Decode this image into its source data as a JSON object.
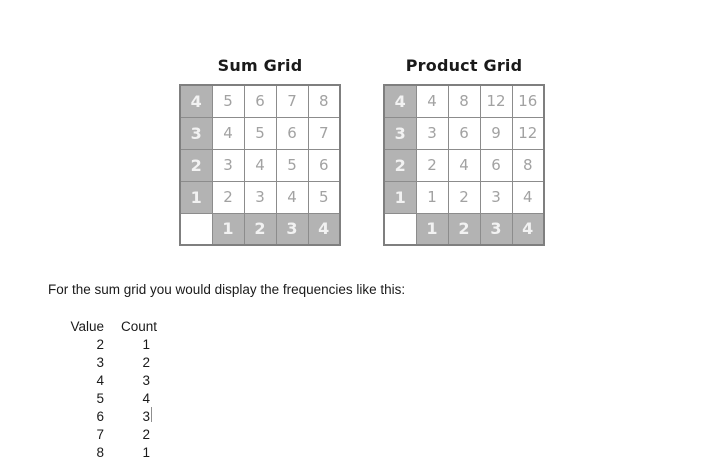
{
  "document": {
    "paragraph": "For the sum grid you would display the frequencies like this:"
  },
  "grids": [
    {
      "id": "sum-grid",
      "title": "Sum Grid",
      "row_headers": [
        "4",
        "3",
        "2",
        "1"
      ],
      "col_headers": [
        "1",
        "2",
        "3",
        "4"
      ],
      "rows": [
        [
          "5",
          "6",
          "7",
          "8"
        ],
        [
          "4",
          "5",
          "6",
          "7"
        ],
        [
          "3",
          "4",
          "5",
          "6"
        ],
        [
          "2",
          "3",
          "4",
          "5"
        ]
      ]
    },
    {
      "id": "product-grid",
      "title": "Product Grid",
      "row_headers": [
        "4",
        "3",
        "2",
        "1"
      ],
      "col_headers": [
        "1",
        "2",
        "3",
        "4"
      ],
      "rows": [
        [
          "4",
          "8",
          "12",
          "16"
        ],
        [
          "3",
          "6",
          "9",
          "12"
        ],
        [
          "2",
          "4",
          "6",
          "8"
        ],
        [
          "1",
          "2",
          "3",
          "4"
        ]
      ]
    }
  ],
  "frequency_table": {
    "value_header": "Value",
    "count_header": "Count",
    "rows": [
      {
        "value": "2",
        "count": "1"
      },
      {
        "value": "3",
        "count": "2"
      },
      {
        "value": "4",
        "count": "3"
      },
      {
        "value": "5",
        "count": "4"
      },
      {
        "value": "6",
        "count": "3"
      },
      {
        "value": "7",
        "count": "2"
      },
      {
        "value": "8",
        "count": "1"
      }
    ]
  },
  "colors": {
    "header_cell_bg": "#b3b3b3",
    "header_cell_text": "#f2f2f2",
    "value_cell_text": "#a2a2a2",
    "grid_line": "#8c8c8c",
    "grid_outer_border": "#7f7f7f",
    "text": "#1a1a1a"
  }
}
